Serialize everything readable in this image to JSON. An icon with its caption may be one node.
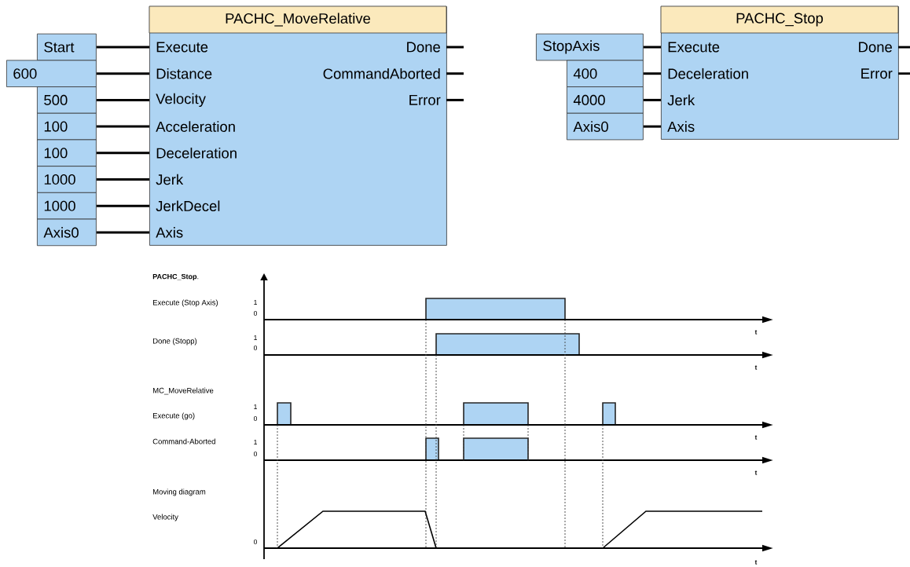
{
  "diagram": {
    "nodes": [
      {
        "text": [
          "PACHC_MoveRelative"
        ]
      },
      {
        "text": [
          "Execute"
        ],
        "in": 0
      },
      {
        "text": [
          "Distance"
        ],
        "in": 0
      },
      {
        "text": [
          "Velocity"
        ],
        "in": 0
      },
      {
        "text": [
          "Acceleration"
        ],
        "in": 0
      },
      {
        "text": [
          "Deceleration"
        ],
        "in": 0
      },
      {
        "text": [
          "Jerk"
        ],
        "in": 0
      },
      {
        "text": [
          "JerkDecel"
        ],
        "in": 0
      },
      {
        "text": [
          "Axis"
        ],
        "in": 0
      },
      {
        "text": [
          "Done"
        ],
        "in": 0
      },
      {
        "text": [
          "CommandAborted"
        ],
        "in": 0
      },
      {
        "text": [
          "Error"
        ],
        "in": 0
      },
      {
        "text": [
          "Start"
        ]
      },
      {
        "text": [
          "600"
        ]
      },
      {
        "text": [
          "500"
        ]
      },
      {
        "text": [
          "100"
        ]
      },
      {
        "text": [
          "100"
        ]
      },
      {
        "text": [
          "1000"
        ]
      },
      {
        "text": [
          "1000"
        ]
      },
      {
        "text": [
          "Axis0"
        ]
      },
      {
        "text": [
          "PACHC_Stop"
        ]
      },
      {
        "text": [
          "Execute"
        ],
        "in": 20
      },
      {
        "text": [
          "Deceleration"
        ],
        "in": 20
      },
      {
        "text": [
          "Jerk"
        ],
        "in": 20
      },
      {
        "text": [
          "Axis"
        ],
        "in": 20
      },
      {
        "text": [
          "Done"
        ],
        "in": 20
      },
      {
        "text": [
          "Error"
        ],
        "in": 20
      },
      {
        "text": [
          "StopAxis"
        ]
      },
      {
        "text": [
          "400"
        ]
      },
      {
        "text": [
          "4000"
        ]
      },
      {
        "text": [
          "Axis0"
        ]
      }
    ],
    "edges": [
      {
        "from": 12,
        "to": 1,
        "arrow": "none"
      },
      {
        "from": 13,
        "to": 2,
        "arrow": "none"
      },
      {
        "from": 14,
        "to": 3,
        "arrow": "none"
      },
      {
        "from": 15,
        "to": 4,
        "arrow": "none"
      },
      {
        "from": 16,
        "to": 5,
        "arrow": "none"
      },
      {
        "from": 17,
        "to": 6,
        "arrow": "none"
      },
      {
        "from": 18,
        "to": 7,
        "arrow": "none"
      },
      {
        "from": 19,
        "to": 8,
        "arrow": "none"
      },
      {
        "from": 9,
        "to": null,
        "arrow": "none"
      },
      {
        "from": 10,
        "to": null,
        "arrow": "none"
      },
      {
        "from": 11,
        "to": null,
        "arrow": "none"
      },
      {
        "from": 27,
        "to": 21,
        "arrow": "none"
      },
      {
        "from": 28,
        "to": 22,
        "arrow": "none"
      },
      {
        "from": 29,
        "to": 23,
        "arrow": "none"
      },
      {
        "from": 30,
        "to": 24,
        "arrow": "none"
      },
      {
        "from": 25,
        "to": null,
        "arrow": "none"
      },
      {
        "from": 26,
        "to": null,
        "arrow": "none"
      }
    ],
    "labels": [
      "**PACHC_Stop**.",
      "Execute (Stop Axis)",
      "1",
      "0",
      "t",
      "Done (Stopp)",
      "1",
      "0",
      "t",
      "MC_MoveRelative",
      "Execute (go)",
      "1",
      "0",
      "t",
      "Command-Aborted",
      "1",
      "0",
      "t",
      "Moving diagram",
      "Velocity",
      "0",
      "t"
    ]
  }
}
